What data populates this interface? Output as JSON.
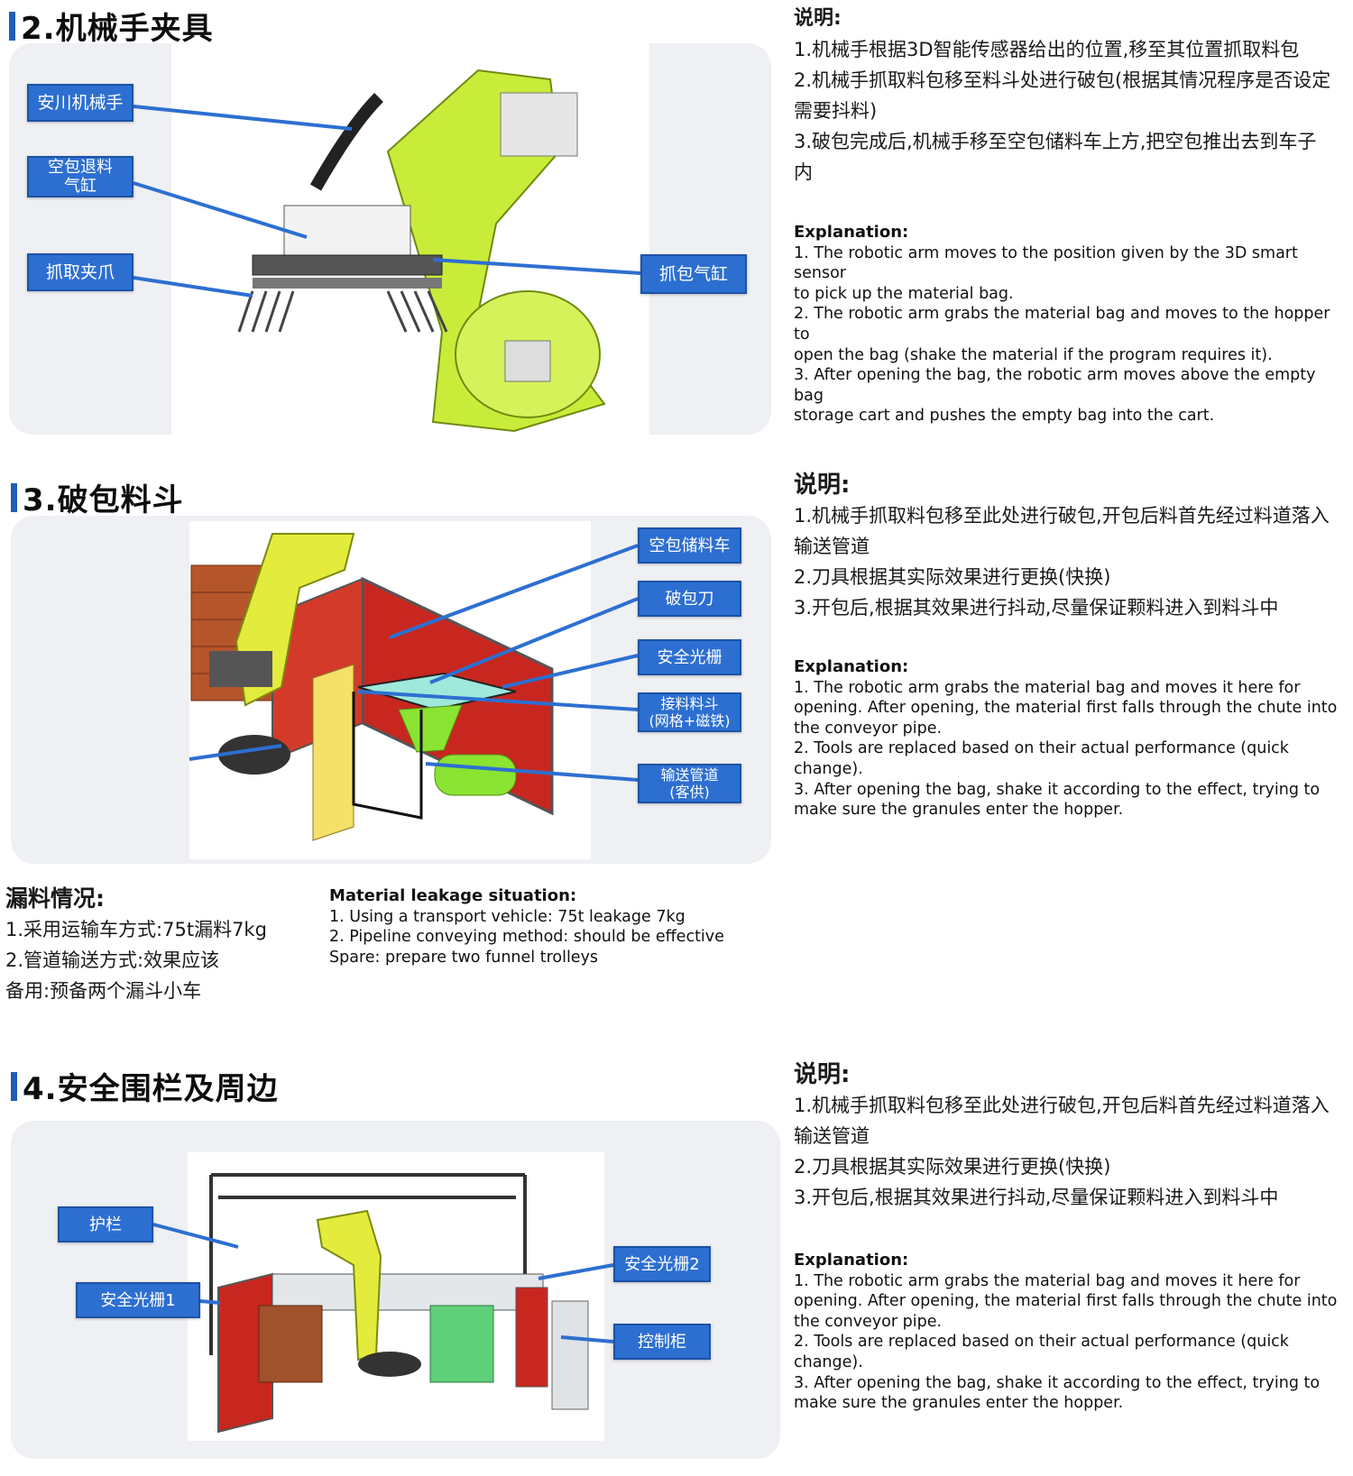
{
  "sections": [
    {
      "title": "2.机械手夹具",
      "callouts": [
        "安川机械手",
        "空包退料气缸",
        "抓取夹爪",
        "抓包气缸"
      ],
      "zh": {
        "heading": "说明:",
        "lines": [
          "1.机械手根据3D智能传感器给出的位置,移至其位置抓取料包",
          "2.机械手抓取料包移至料斗处进行破包(根据其情况程序是否设定",
          "需要抖料)",
          "3.破包完成后,机械手移至空包储料车上方,把空包推出去到车子",
          "内"
        ]
      },
      "en": {
        "heading": "Explanation:",
        "lines": [
          "1. The robotic arm moves to the position given by the 3D smart sensor",
          "to pick up the material bag.",
          "2. The robotic arm grabs the material bag and moves to the hopper to",
          "open the bag (shake the material if the program requires it).",
          "3. After opening the bag, the robotic arm moves above the empty bag",
          "storage cart and pushes the empty bag into the cart."
        ]
      }
    },
    {
      "title": "3.破包料斗",
      "callouts": [
        "空包储料车",
        "破包刀",
        "安全光栅",
        "接料料斗",
        "(网格+磁铁)",
        "输送管道",
        "(客供)"
      ],
      "zh": {
        "heading": "说明:",
        "lines": [
          "1.机械手抓取料包移至此处进行破包,开包后料首先经过料道落入",
          "输送管道",
          "2.刀具根据其实际效果进行更换(快换)",
          "3.开包后,根据其效果进行抖动,尽量保证颗料进入到料斗中"
        ]
      },
      "en": {
        "heading": "Explanation:",
        "lines": [
          "1. The robotic arm grabs the material bag and moves it here for",
          "opening. After opening, the material first falls through the chute into",
          "the conveyor pipe.",
          "2. Tools are replaced based on their actual performance (quick",
          "change).",
          "3. After opening the bag, shake it according to the effect, trying to",
          "make sure the granules enter the hopper."
        ]
      }
    },
    {
      "title": "4.安全围栏及周边",
      "callouts": [
        "护栏",
        "安全光栅1",
        "安全光栅2",
        "控制柜"
      ],
      "zh": {
        "heading": "说明:",
        "lines": [
          "1.机械手抓取料包移至此处进行破包,开包后料首先经过料道落入",
          "输送管道",
          "2.刀具根据其实际效果进行更换(快换)",
          "3.开包后,根据其效果进行抖动,尽量保证颗料进入到料斗中"
        ]
      },
      "en": {
        "heading": "Explanation:",
        "lines": [
          "1. The robotic arm grabs the material bag and moves it here for",
          "opening. After opening, the material first falls through the chute into",
          "the conveyor pipe.",
          "2. Tools are replaced based on their actual performance (quick",
          "change).",
          "3. After opening the bag, shake it according to the effect, trying to",
          "make sure the granules enter the hopper."
        ]
      }
    }
  ],
  "leakage": {
    "zh": {
      "heading": "漏料情况:",
      "lines": [
        "1.采用运输车方式:75t漏料7kg",
        "2.管道输送方式:效果应该",
        "备用:预备两个漏斗小车"
      ]
    },
    "en": {
      "heading": "Material leakage situation:",
      "lines": [
        "1. Using a transport vehicle: 75t leakage 7kg",
        "2. Pipeline conveying method: should be effective",
        "Spare: prepare two funnel trolleys"
      ]
    }
  },
  "colors": {
    "accent": "#1f5fb8",
    "callout": "#2d6fd1",
    "robot": "#c9ec3a",
    "fence": "#c8271f"
  }
}
